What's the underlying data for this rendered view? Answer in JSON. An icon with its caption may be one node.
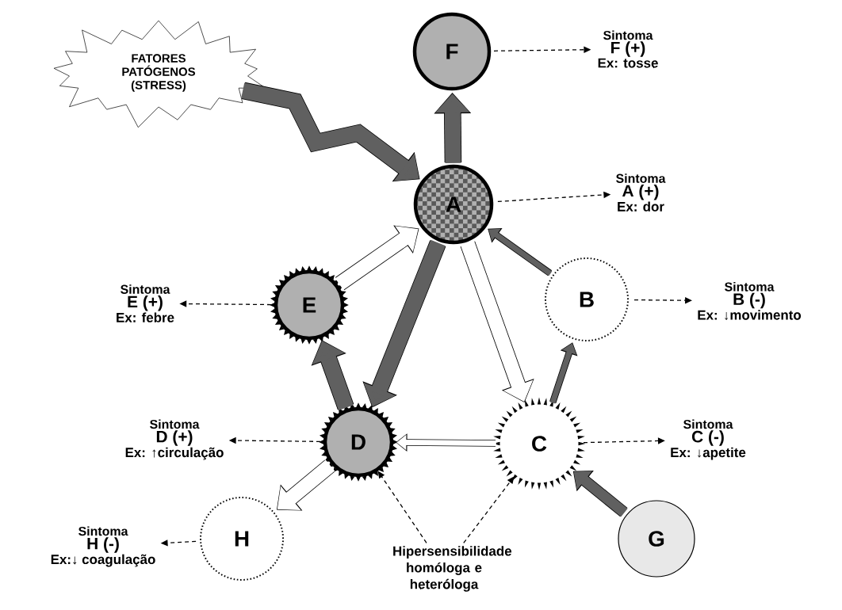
{
  "diagram": {
    "nodes": [
      {
        "text": [
          "FATORES PATÓGENOS (STRESS)"
        ]
      },
      {
        "text": [
          "F"
        ]
      },
      {
        "text": [
          "Sintoma",
          "F (+)",
          "Ex: tosse"
        ]
      },
      {
        "text": [
          "A"
        ]
      },
      {
        "text": [
          "Sintoma",
          "A (+)",
          "Ex: dor"
        ]
      },
      {
        "text": [
          "E"
        ]
      },
      {
        "text": [
          "Sintoma",
          "E (+)",
          "Ex: febre"
        ]
      },
      {
        "text": [
          "B"
        ]
      },
      {
        "text": [
          "Sintoma",
          "B (-)",
          "Ex: ↓movimento"
        ]
      },
      {
        "text": [
          "D"
        ]
      },
      {
        "text": [
          "Sintoma",
          "D (+)",
          "Ex: ↑circulação"
        ]
      },
      {
        "text": [
          "C"
        ]
      },
      {
        "text": [
          "Sintoma",
          "C (-)",
          "Ex: ↓apetite"
        ]
      },
      {
        "text": [
          "H"
        ]
      },
      {
        "text": [
          "Sintoma",
          "H (-)",
          "Ex:↓ coagulação"
        ]
      },
      {
        "text": [
          "G"
        ]
      },
      {
        "text": [
          "Hipersensibilidade homóloga e heteróloga"
        ]
      }
    ],
    "edges": [
      {
        "from": 0,
        "to": 3,
        "arrow": "to",
        "style": "thick",
        "color": "#606060"
      },
      {
        "from": 3,
        "to": 1,
        "arrow": "to",
        "style": "thick",
        "color": "#606060"
      },
      {
        "from": 1,
        "to": 2,
        "arrow": "to",
        "style": "dashed"
      },
      {
        "from": 3,
        "to": 4,
        "arrow": "to",
        "style": "dashed"
      },
      {
        "from": 7,
        "to": 3,
        "arrow": "to",
        "color": "#606060"
      },
      {
        "from": 7,
        "to": 8,
        "arrow": "to",
        "style": "dashed"
      },
      {
        "from": 5,
        "to": 3,
        "arrow": "to",
        "style": "thick",
        "color": "#ffffff"
      },
      {
        "from": 5,
        "to": 6,
        "arrow": "to",
        "style": "dashed"
      },
      {
        "from": 3,
        "to": 9,
        "arrow": "to",
        "style": "thick",
        "color": "#606060"
      },
      {
        "from": 3,
        "to": 11,
        "arrow": "to",
        "style": "thick",
        "color": "#ffffff"
      },
      {
        "from": 9,
        "to": 5,
        "arrow": "to",
        "style": "thick",
        "color": "#606060"
      },
      {
        "from": 11,
        "to": 7,
        "arrow": "to",
        "color": "#606060"
      },
      {
        "from": 11,
        "to": 9,
        "arrow": "to",
        "color": "#ffffff"
      },
      {
        "from": 11,
        "to": 12,
        "arrow": "to",
        "style": "dashed"
      },
      {
        "from": 9,
        "to": 10,
        "arrow": "to",
        "style": "dashed"
      },
      {
        "from": 9,
        "to": 13,
        "arrow": "to",
        "style": "thick",
        "color": "#ffffff"
      },
      {
        "from": 13,
        "to": 14,
        "arrow": "to",
        "style": "dashed"
      },
      {
        "from": 15,
        "to": 11,
        "arrow": "to",
        "style": "thick",
        "color": "#606060"
      },
      {
        "from": 16,
        "to": 9,
        "arrow": "to",
        "style": "dashed"
      },
      {
        "from": 16,
        "to": 11,
        "arrow": "to",
        "style": "dashed"
      }
    ]
  }
}
